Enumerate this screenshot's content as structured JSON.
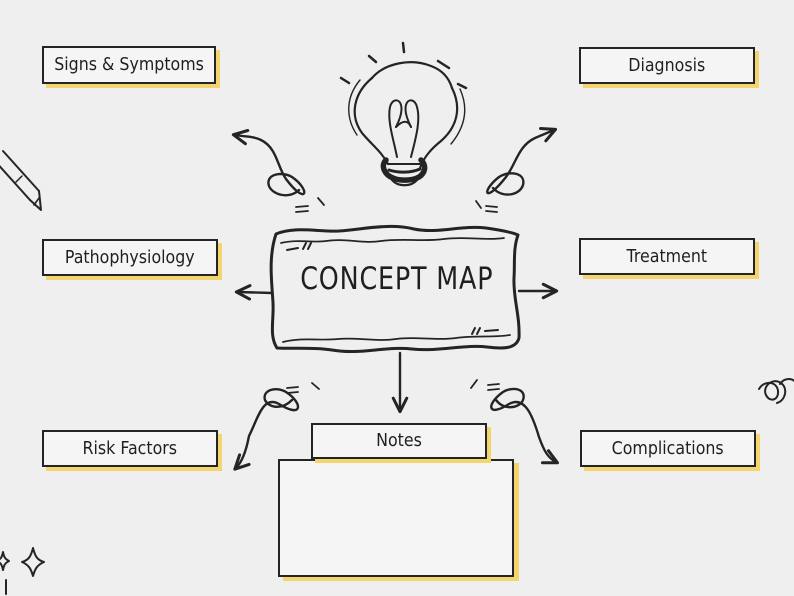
{
  "central_node": {
    "title": "CONCEPT MAP"
  },
  "nodes": {
    "top_left": "Signs & Symptoms",
    "top_right": "Diagnosis",
    "middle_left": "Pathophysiology",
    "middle_right": "Treatment",
    "bottom_left": "Risk Factors",
    "bottom_right": "Complications",
    "notes_label": "Notes"
  },
  "colors": {
    "background": "#efefef",
    "ink": "#242424",
    "highlight": "#f3d56e"
  },
  "icons": [
    "lightbulb-icon",
    "pencil-icon",
    "sparkle-icon",
    "squiggle-icon",
    "arrow-icon"
  ]
}
